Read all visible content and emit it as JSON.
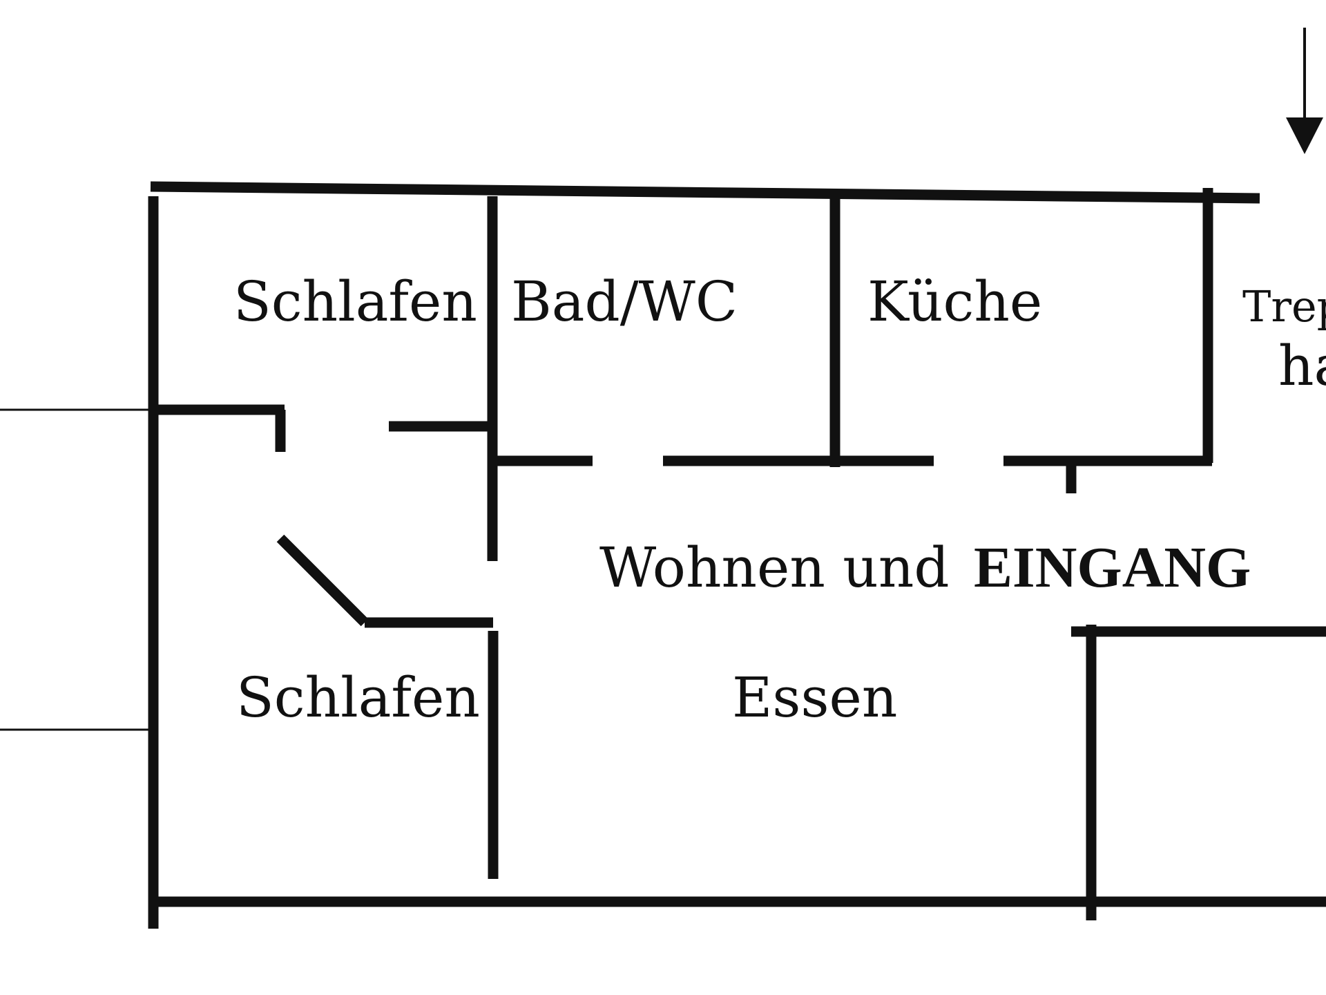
{
  "colors": {
    "wall": "#111111",
    "background": "#ffffff"
  },
  "rooms": {
    "schlafen_top": "Schlafen",
    "bad_wc": "Bad/WC",
    "kueche": "Küche",
    "treppenhaus_line1": "Trep",
    "treppenhaus_line2": "ha",
    "wohnen": "Wohnen und",
    "essen": "Essen",
    "schlafen_bottom": "Schlafen"
  },
  "entrance": {
    "label": "EINGANG",
    "arrow_icon": "arrow-down-icon"
  }
}
